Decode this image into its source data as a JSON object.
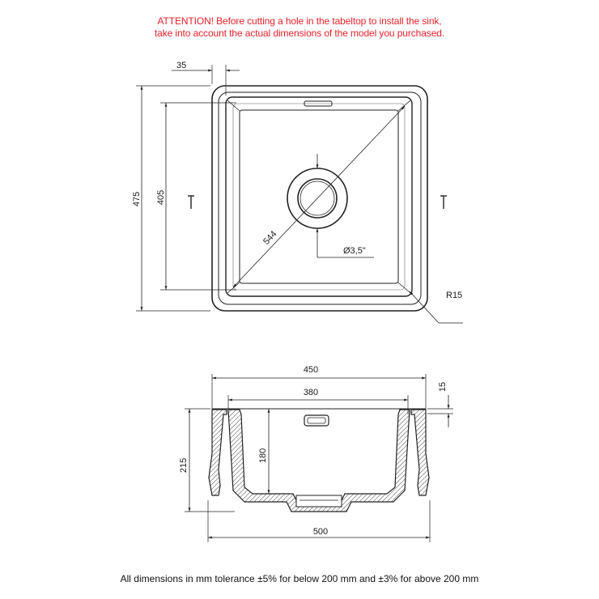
{
  "warning": {
    "line1": "ATTENTION! Before cutting a hole in the tabeltop to install the sink,",
    "line2": "take into account the actual dimensions of the model you purchased."
  },
  "top_view": {
    "dim_35": "35",
    "dim_475": "475",
    "dim_405": "405",
    "dim_544": "544",
    "dim_drain": "Ø3,5\"",
    "dim_r15": "R15"
  },
  "section_view": {
    "dim_450": "450",
    "dim_380": "380",
    "dim_15": "15",
    "dim_215": "215",
    "dim_180": "180",
    "dim_500": "500"
  },
  "footer": "All dimensions in mm tolerance ±5% for below 200 mm and ±3% for above 200 mm"
}
